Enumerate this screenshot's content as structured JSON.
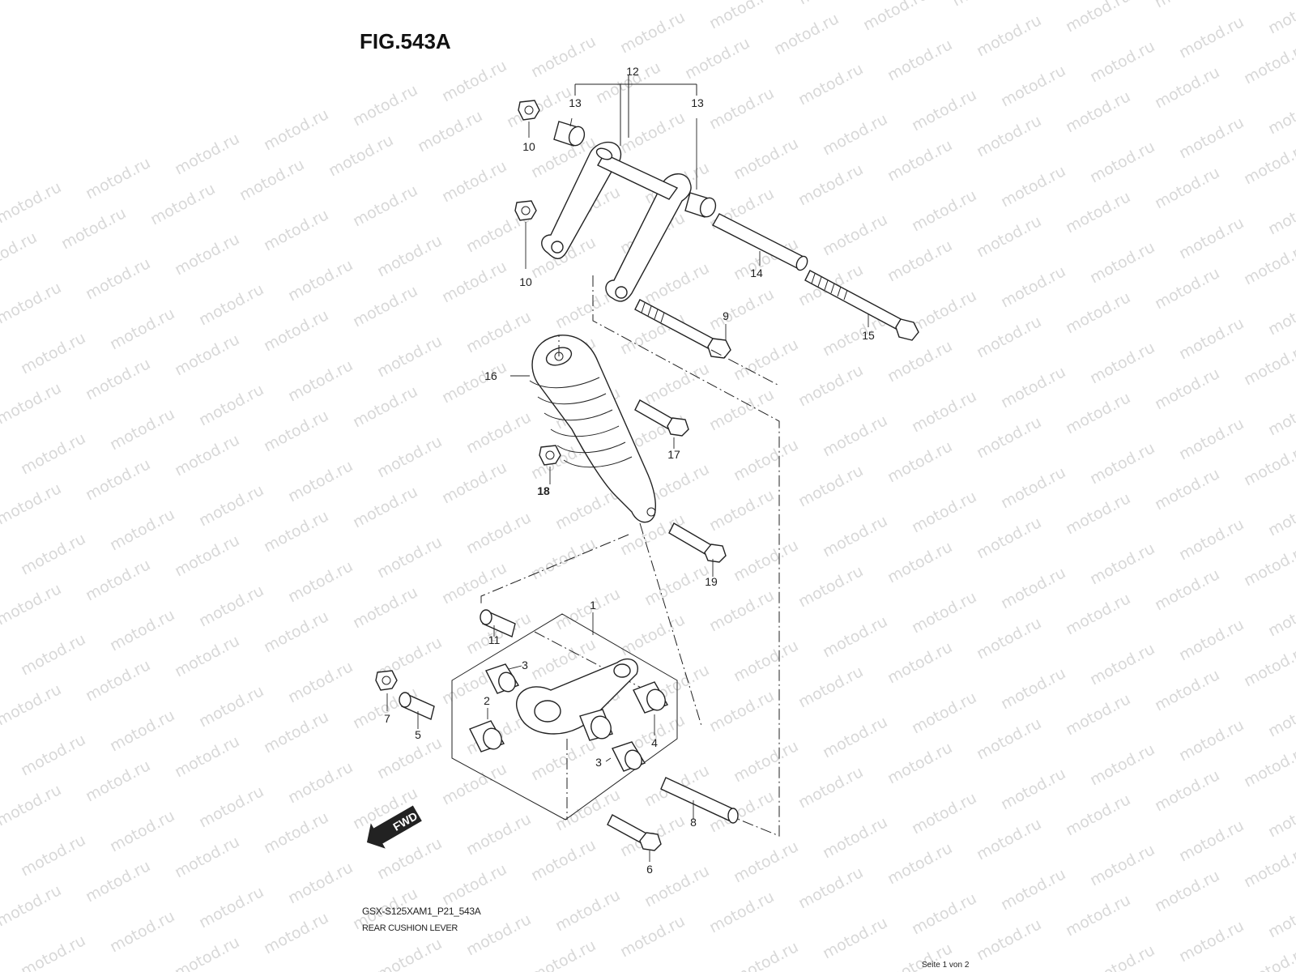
{
  "figure": {
    "title": "FIG.543A",
    "code": "GSX-S125XAM1_P21_543A",
    "name": "REAR CUSHION LEVER",
    "page": "Seite 1 von 2"
  },
  "watermark": {
    "text": "motod.ru"
  },
  "direction_badge": {
    "label": "FWD"
  },
  "callouts": [
    "12",
    "13",
    "13",
    "10",
    "10",
    "14",
    "9",
    "15",
    "16",
    "17",
    "18",
    "19",
    "1",
    "11",
    "3",
    "7",
    "5",
    "2",
    "4",
    "3",
    "8",
    "6"
  ],
  "colors": {
    "line": "#222222",
    "watermark": "#d8d8d8",
    "background": "#ffffff"
  }
}
